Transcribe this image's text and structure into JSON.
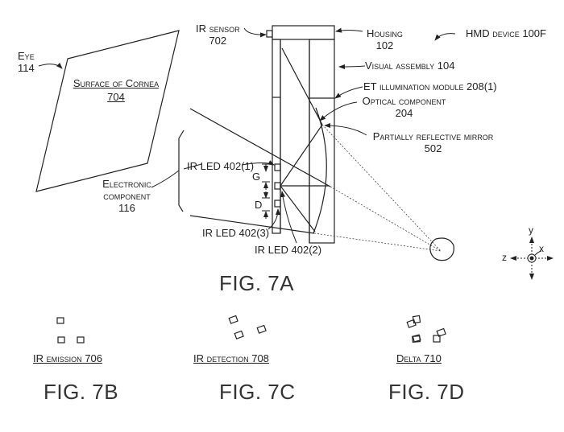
{
  "figure_7a": {
    "caption": "FIG. 7A",
    "labels": {
      "eye_name": "Eye",
      "eye_num": "114",
      "cornea_name": "Surface of Cornea",
      "cornea_num": "704",
      "ir_sensor_name": "IR sensor",
      "ir_sensor_num": "702",
      "housing_name": "Housing",
      "housing_num": "102",
      "hmd_device": "HMD device 100F",
      "visual_assembly": "Visual assembly 104",
      "et_module": "ET illumination module 208(1)",
      "optical_component_name": "Optical component",
      "optical_component_num": "204",
      "mirror_name": "Partially reflective mirror",
      "mirror_num": "502",
      "electronic_component_name": "Electronic",
      "electronic_component_name2": "component",
      "electronic_component_num": "116",
      "ir_led_1": "IR LED 402(1)",
      "ir_led_2": "IR LED 402(2)",
      "ir_led_3": "IR LED 402(3)",
      "gap_g": "G",
      "gap_d": "D"
    },
    "axes": {
      "y": "y",
      "x": "x",
      "z": "z"
    }
  },
  "figure_7b": {
    "caption": "FIG. 7B",
    "label": "IR emission 706"
  },
  "figure_7c": {
    "caption": "FIG. 7C",
    "label": "IR detection 708"
  },
  "figure_7d": {
    "caption": "FIG. 7D",
    "label": "Delta 710"
  }
}
